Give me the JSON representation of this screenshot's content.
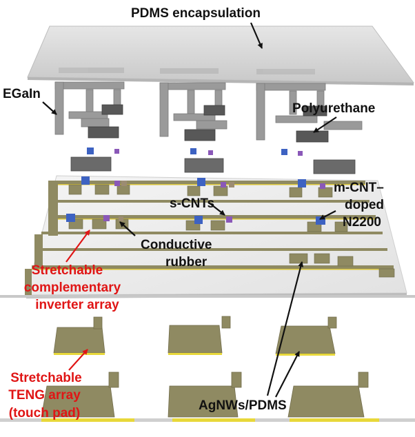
{
  "labels": {
    "pdms": "PDMS encapsulation",
    "egain": "EGaIn",
    "polyurethane": "Polyurethane",
    "mcnt_1": "m-CNT–",
    "mcnt_2": "doped",
    "mcnt_3": "N2200",
    "scnts": "s-CNTs",
    "rubber_1": "Conductive",
    "rubber_2": "rubber",
    "inverter_1": "Stretchable",
    "inverter_2": "complementary",
    "inverter_3": "inverter array",
    "teng_1": "Stretchable",
    "teng_2": "TENG array",
    "teng_3": "(touch pad)",
    "agnw": "AgNWs/PDMS"
  },
  "colors": {
    "label_text": "#111111",
    "highlight_text": "#e01515",
    "electrode": "#8f8a62",
    "electrode_edge": "#d9c43a",
    "egain": "#8a8a8a",
    "polyurethane": "#5a5a5a",
    "p_type_channel": "#3d62c2",
    "n_type_channel": "#8a58b8",
    "pdms_film": "#d8d8d8"
  }
}
